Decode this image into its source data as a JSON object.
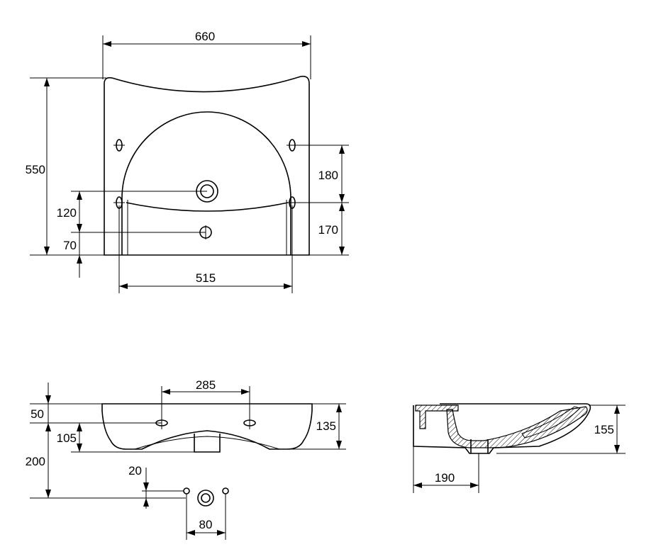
{
  "top_view": {
    "dims": {
      "width_total": "660",
      "depth_total": "550",
      "bolt_spacing": "180",
      "bolt_to_back": "170",
      "drain_offset": "120",
      "tap_to_back": "70",
      "inner_width": "515"
    }
  },
  "front_view": {
    "dims": {
      "bolt_spacing": "285",
      "bolt_height": "50",
      "bolt_from_bottom": "105",
      "basin_height": "135",
      "total_height": "200",
      "pipe_offset": "20",
      "pipe_spacing": "80"
    }
  },
  "side_view": {
    "dims": {
      "height": "155",
      "depth": "190"
    }
  }
}
